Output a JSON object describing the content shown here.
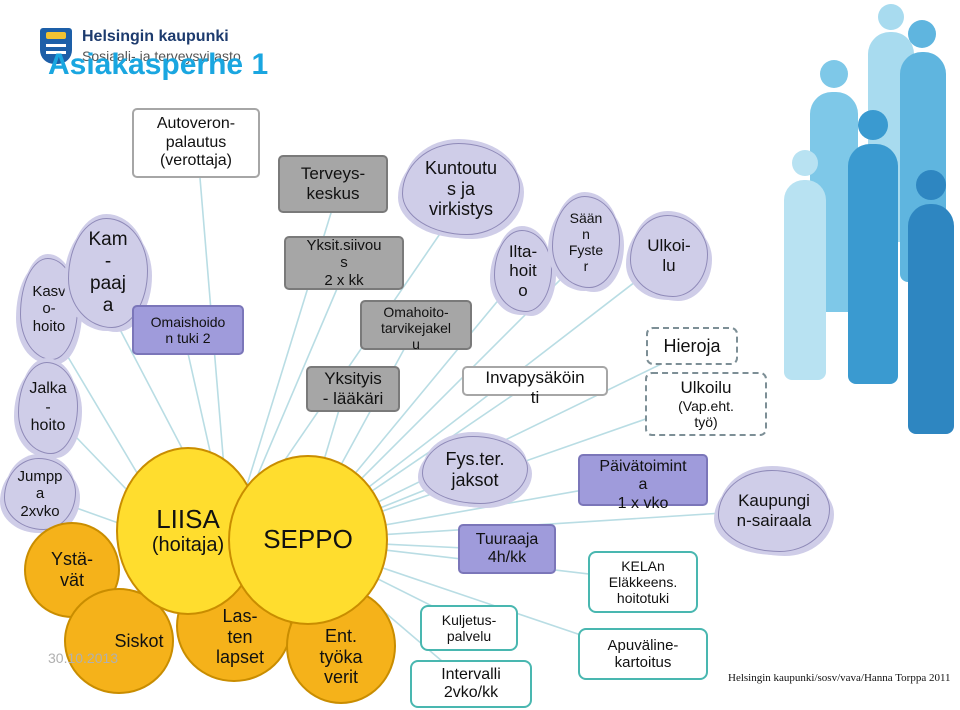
{
  "header": {
    "org_name": "Helsingin kaupunki",
    "org_subtitle": "Sosiaali- ja terveysvirasto",
    "title": "Asiakasperhe 1"
  },
  "footer": {
    "date": "30.10.2013",
    "credit": "Helsingin kaupunki/sosv/vava/Hanna Torppa 2011"
  },
  "colors": {
    "title": "#1aa6e0",
    "cloud": "#cfcde8",
    "gray_box": "#a6a6a6",
    "purple_box": "#9f9bdb",
    "orange_circle": "#f5b21a",
    "yellow_circle": "#ffdd2e",
    "connector": "#b9dde4",
    "people": "#7ec8e8"
  },
  "nodes": {
    "kasvohoito": "Kasv\no-\nhoito",
    "kampaaja": "Kam\n-\npaaj\na",
    "jalkahoito": "Jalka\n-\nhoito",
    "autoveronpalautus": "Autoveron-\npalautus\n(verottaja)",
    "omaishoidontuki": "Omaishoido\nn tuki  2",
    "terveyskeskus": "Terveys-\nkeskus",
    "kuntoutus": "Kuntoutu\ns  ja\nvirkistys",
    "yksitsiivous": "Yksit.siivou\ns\n2 x kk",
    "omahoitotarvikejakelu": "Omahoito-\ntarvikejakel\nu",
    "iltahoito": "Ilta-\nhoit\no",
    "saannfyster": "Sään\nn\nFyste\nr",
    "ulkoilu_cloud": "Ulkoi-\nlu",
    "hieroja": "Hieroja",
    "yksityislaakari": "Yksityis\n- lääkäri",
    "invapysakointi": "Invapysäköin\nti",
    "ulkoilu_vapeht": "Ulkoilu",
    "ulkoilu_vapeht_sub": "(Vap.eht.\ntyö)",
    "jumppa": "Jumpp\na\n2xvko",
    "fysterjaksot": "Fys.ter.\njaksot",
    "paivatoiminta": "Päivätoimint\na\n1 x vko",
    "kaupunginsairaala": "Kaupungi\nn-sairaala",
    "ystavat": "Ystä-\nvät",
    "liisa": "LIISA",
    "liisa_sub": "(hoitaja)",
    "seppo": "SEPPO",
    "tuuraaja": "Tuuraaja\n4h/kk",
    "kelan": "KELAn\nEläkkeens.\nhoitotuki",
    "siskot": "Siskot",
    "lastenlapset": "Las-\nten\nlapset",
    "enttyokaverit": "Ent.\ntyöka\nverit",
    "kuljetuspalvelu": "Kuljetus-\npalvelu",
    "apuvalinekartoitus": "Apuväline-\nkartoitus",
    "intervalli": "Intervalli\n2vko/kk"
  }
}
